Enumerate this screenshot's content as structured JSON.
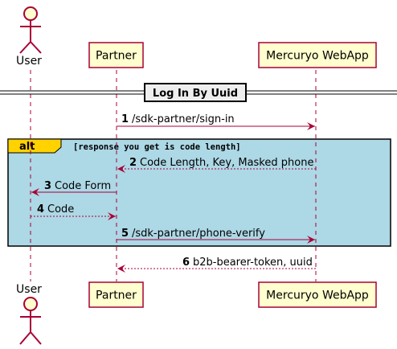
{
  "participants": {
    "user": {
      "label": "User",
      "kind": "actor"
    },
    "partner": {
      "label": "Partner",
      "kind": "participant"
    },
    "webapp": {
      "label": "Mercuryo WebApp",
      "kind": "participant"
    }
  },
  "divider": {
    "label": "Log In By Uuid"
  },
  "alt_fragment": {
    "keyword": "alt",
    "condition": "[response you get is code length]",
    "fill_color": "#ADD8E6",
    "tab_color": "#FFD200"
  },
  "colors": {
    "line": "#A80036",
    "participant_fill": "#FEFECE"
  },
  "messages": [
    {
      "number": "1",
      "text": "/sdk-partner/sign-in",
      "from": "Partner",
      "to": "Mercuryo WebApp",
      "style": "solid"
    },
    {
      "number": "2",
      "text": "Code Length, Key, Masked phone",
      "from": "Mercuryo WebApp",
      "to": "Partner",
      "style": "dashed"
    },
    {
      "number": "3",
      "text": "Code Form",
      "from": "Partner",
      "to": "User",
      "style": "solid"
    },
    {
      "number": "4",
      "text": "Code",
      "from": "User",
      "to": "Partner",
      "style": "dashed"
    },
    {
      "number": "5",
      "text": "/sdk-partner/phone-verify",
      "from": "Partner",
      "to": "Mercuryo WebApp",
      "style": "solid"
    },
    {
      "number": "6",
      "text": "b2b-bearer-token, uuid",
      "from": "Mercuryo WebApp",
      "to": "Partner",
      "style": "dashed"
    }
  ]
}
